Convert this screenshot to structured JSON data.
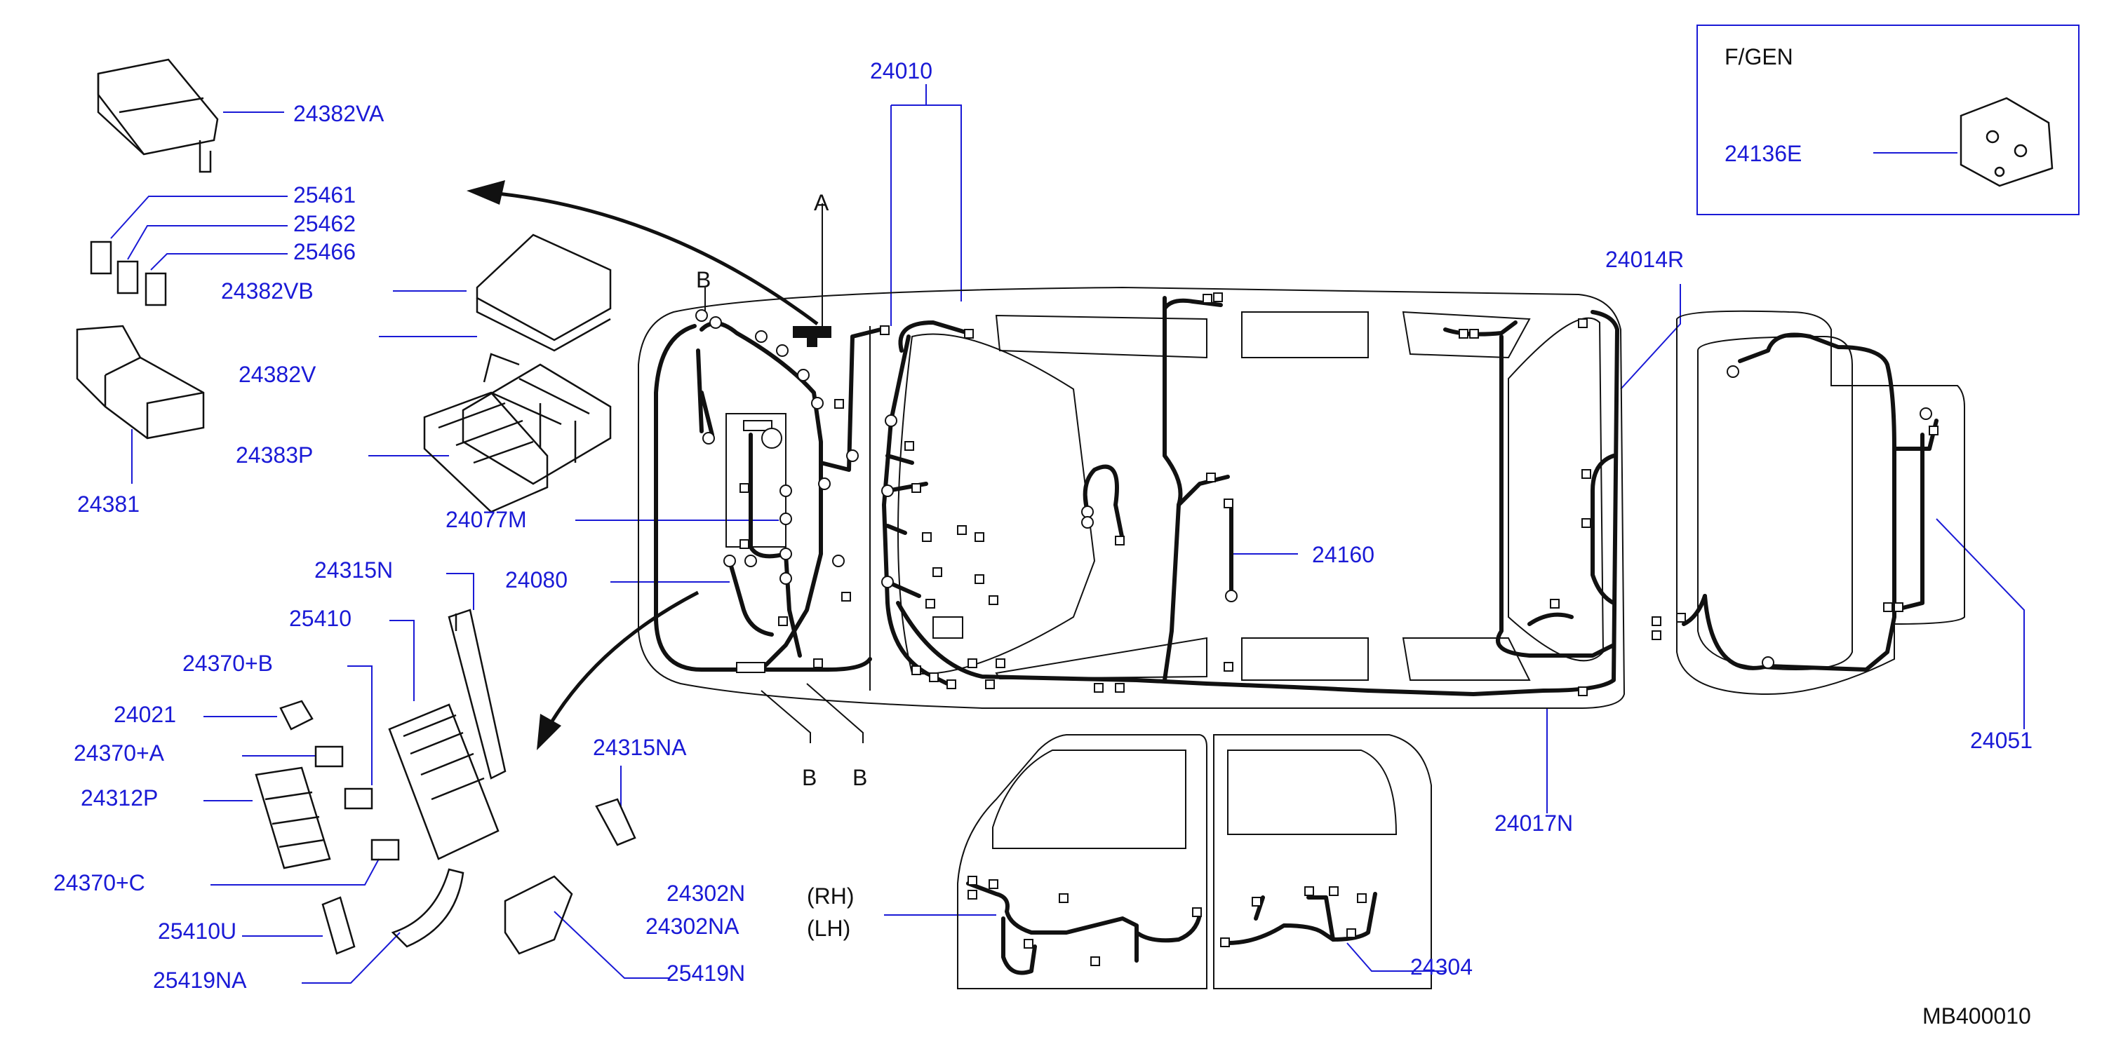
{
  "colors": {
    "label": "#1a1ad6",
    "leader": "#1a1ad6",
    "line_art": "#111111",
    "harness": "#111111",
    "background": "#ffffff"
  },
  "inset": {
    "title": "F/GEN",
    "part": "24136E"
  },
  "part_labels": {
    "p24382VA": "24382VA",
    "p25461": "25461",
    "p25462": "25462",
    "p25466": "25466",
    "p24382VB": "24382VB",
    "p24382V": "24382V",
    "p24383P": "24383P",
    "p24381": "24381",
    "p24077M": "24077M",
    "p24080": "24080",
    "p24315N": "24315N",
    "p25410": "25410",
    "p24370B": "24370+B",
    "p24021": "24021",
    "p24370A": "24370+A",
    "p24312P": "24312P",
    "p24370C": "24370+C",
    "p25410U": "25410U",
    "p25419NA": "25419NA",
    "p24315NA": "24315NA",
    "p24302N": "24302N",
    "p24302NA": "24302NA",
    "p25419N": "25419N",
    "p24010": "24010",
    "p24014R": "24014R",
    "p24160": "24160",
    "p24017N": "24017N",
    "p24051": "24051",
    "p24304": "24304"
  },
  "callouts": {
    "a": "A",
    "b_top": "B",
    "b_bottom_1": "B",
    "b_bottom_2": "B",
    "rh": "(RH)",
    "lh": "(LH)"
  },
  "diagram_code": "MB400010"
}
